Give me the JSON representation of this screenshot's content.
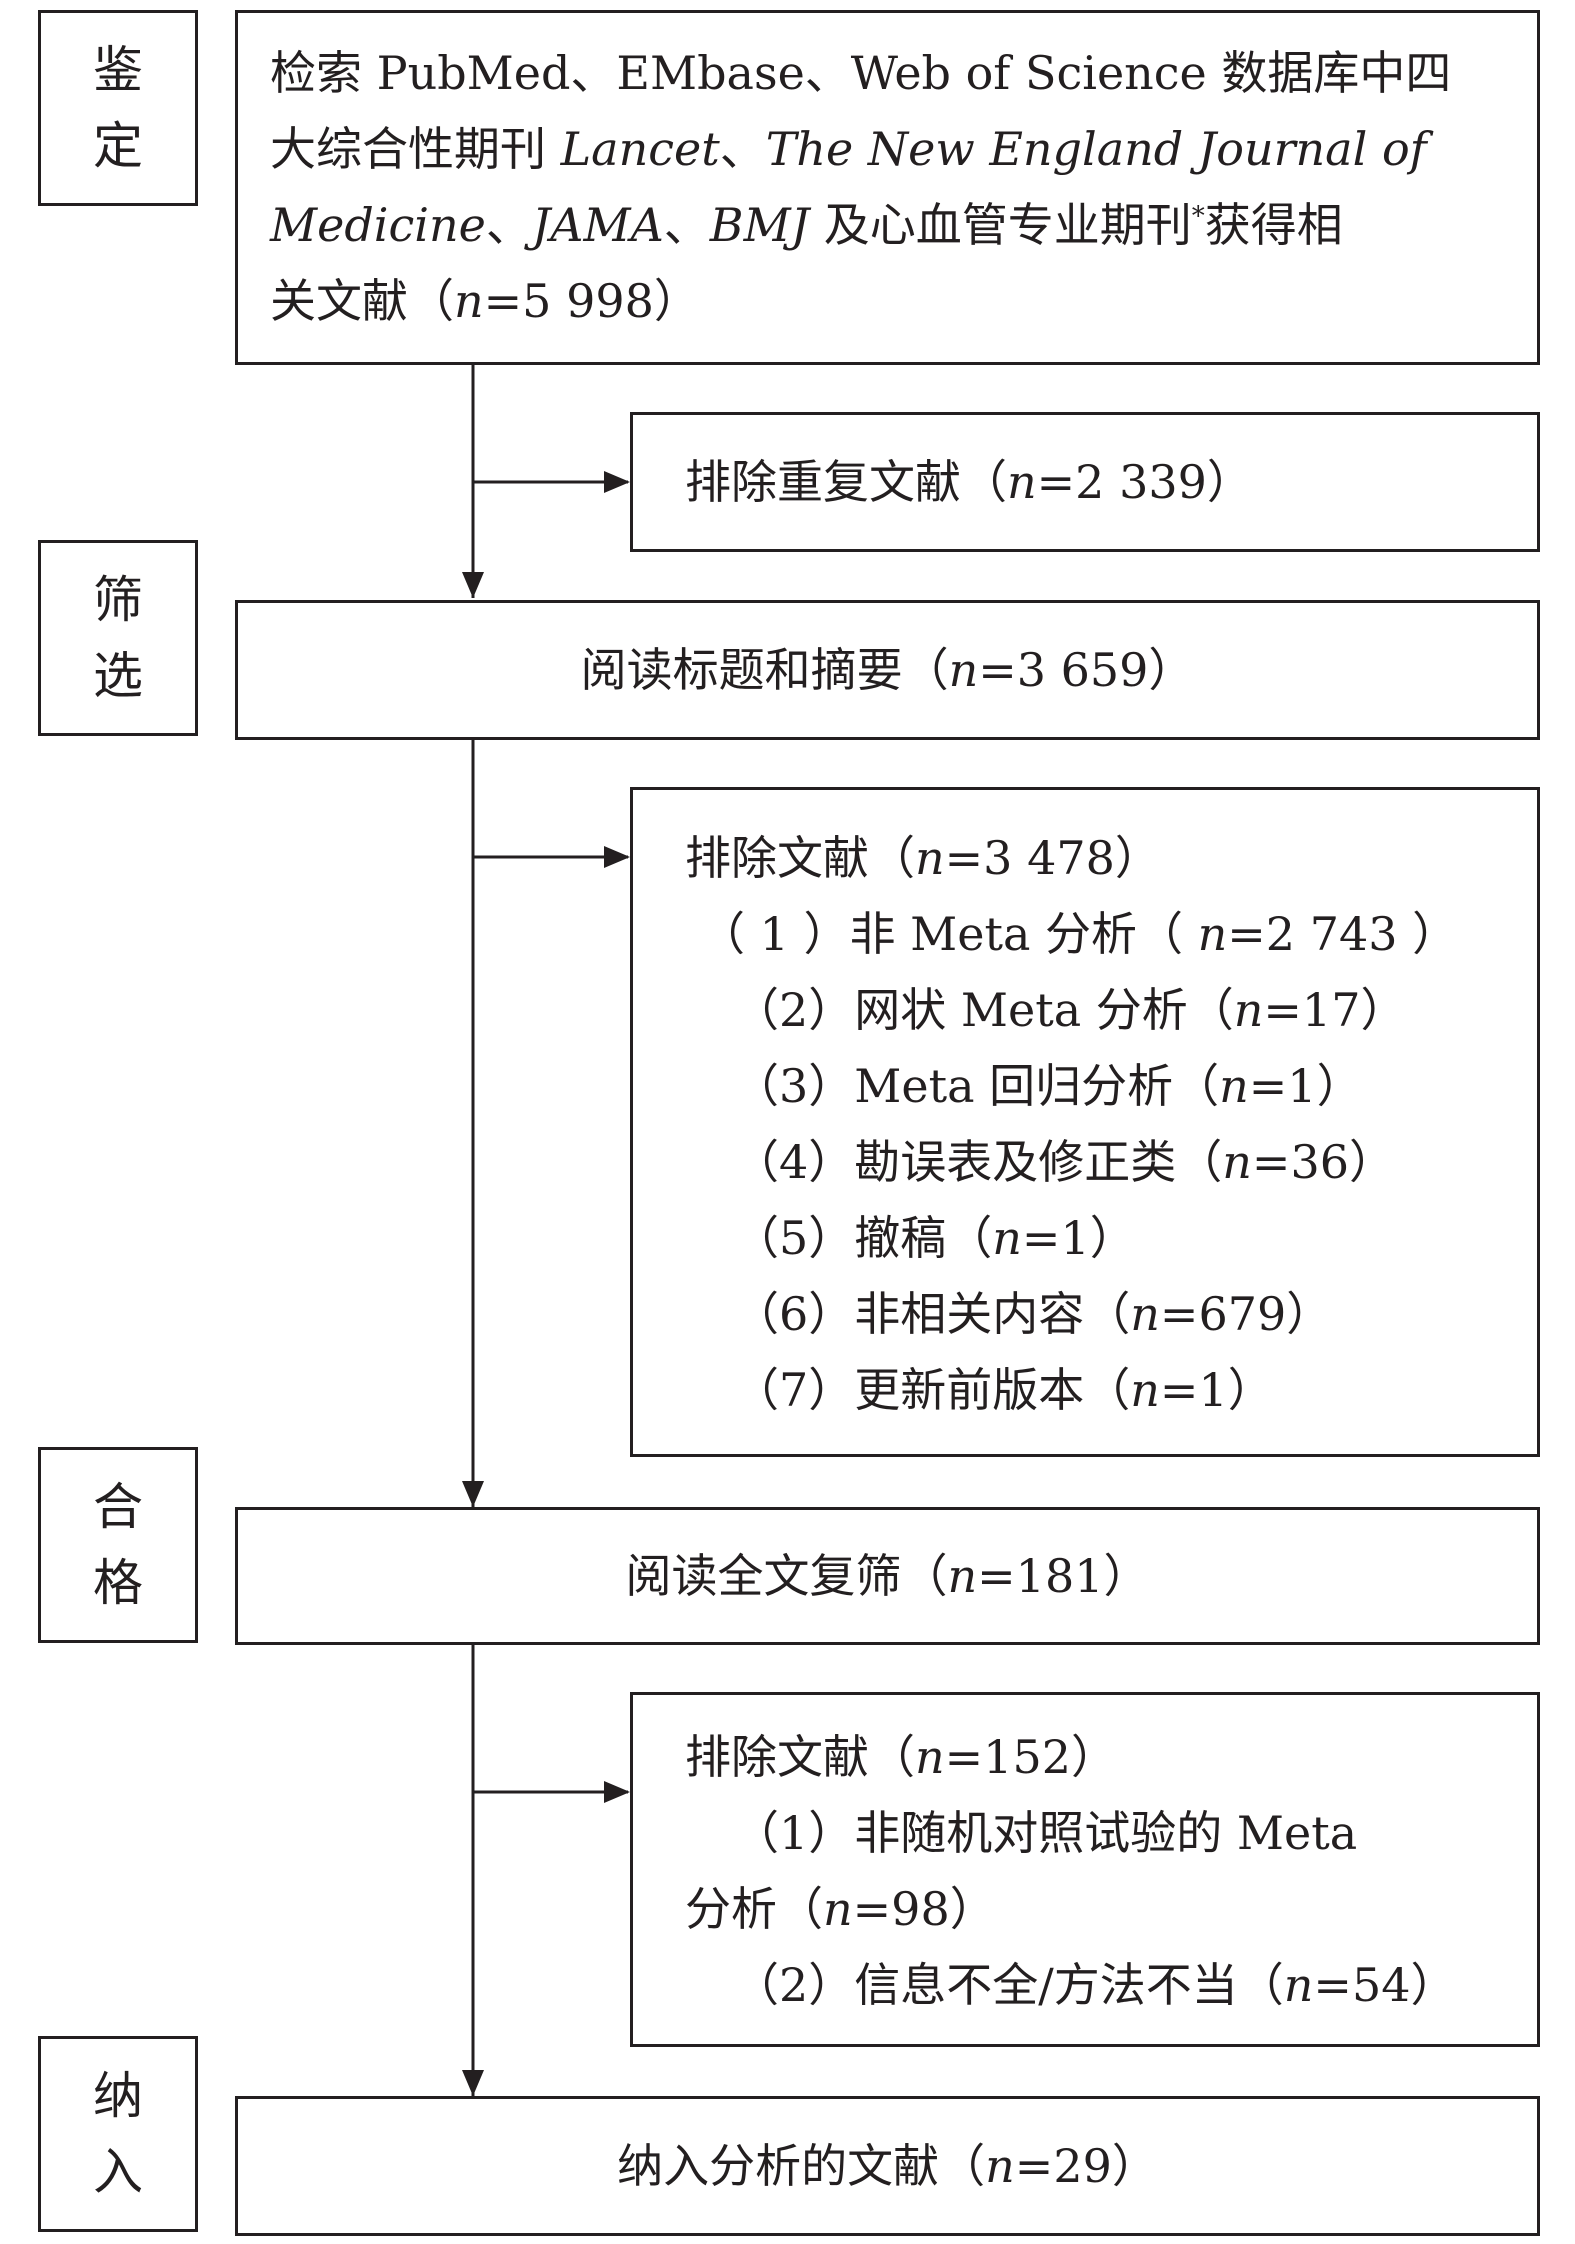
{
  "stages": {
    "identify": [
      "鉴",
      "定"
    ],
    "screen": [
      "筛",
      "选"
    ],
    "eligible": [
      "合",
      "格"
    ],
    "include": [
      "纳",
      "入"
    ]
  },
  "identify_box": {
    "l1": "检索 PubMed、EMbase、Web of Science 数据库中四",
    "l2a": "大综合性期刊 ",
    "l2b": "Lancet",
    "l2c": "、",
    "l2d": "The New England Journal of",
    "l3a": "Medicine",
    "l3b": "、",
    "l3c": "JAMA",
    "l3d": "、",
    "l3e": "BMJ",
    "l3f": " 及心血管专业期刊",
    "l3sup": "*",
    "l3g": "获得相",
    "l4a": "关文献（",
    "l4n": "n",
    "l4b": "=5 998）"
  },
  "dup_box": {
    "a": "排除重复文献（",
    "n": "n",
    "b": "=2 339）"
  },
  "title_box": {
    "a": "阅读标题和摘要（",
    "n": "n",
    "b": "=3 659）"
  },
  "exclude1": {
    "head_a": "排除文献（",
    "head_n": "n",
    "head_b": "=3 478）",
    "items": [
      {
        "a": "（ 1 ）非 Meta 分析（ ",
        "n": "n",
        "b": "=2 743 ）"
      },
      {
        "a": "（2）网状 Meta 分析（",
        "n": "n",
        "b": "=17）"
      },
      {
        "a": "（3）Meta 回归分析（",
        "n": "n",
        "b": "=1）"
      },
      {
        "a": "（4）勘误表及修正类（",
        "n": "n",
        "b": "=36）"
      },
      {
        "a": "（5）撤稿（",
        "n": "n",
        "b": "=1）"
      },
      {
        "a": "（6）非相关内容（",
        "n": "n",
        "b": "=679）"
      },
      {
        "a": "（7）更新前版本（",
        "n": "n",
        "b": "=1）"
      }
    ]
  },
  "fulltext_box": {
    "a": "阅读全文复筛（",
    "n": "n",
    "b": "=181）"
  },
  "exclude2": {
    "head_a": "排除文献（",
    "head_n": "n",
    "head_b": "=152）",
    "i1_line1": "（1）非随机对照试验的 Meta",
    "i1_line2a": "分析（",
    "i1_line2n": "n",
    "i1_line2b": "=98）",
    "i2a": "（2）信息不全/方法不当（",
    "i2n": "n",
    "i2b": "=54）"
  },
  "final_box": {
    "a": "纳入分析的文献（",
    "n": "n",
    "b": "=29）"
  }
}
